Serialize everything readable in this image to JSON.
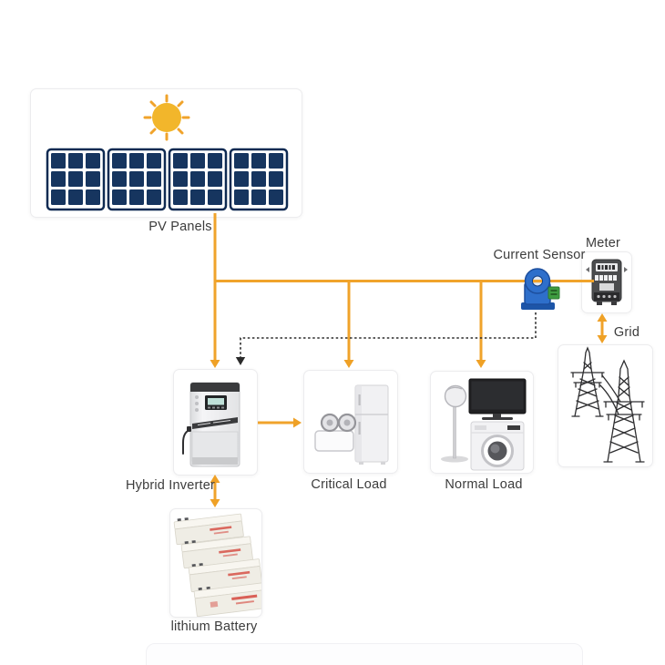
{
  "nodes": {
    "pv": {
      "label": "PV Panels"
    },
    "current_sensor": {
      "label": "Current Sensor"
    },
    "meter": {
      "label": "Meter"
    },
    "grid": {
      "label": "Grid"
    },
    "inverter": {
      "label": "Hybrid Inverter"
    },
    "critical_load": {
      "label": "Critical Load"
    },
    "normal_load": {
      "label": "Normal Load"
    },
    "battery": {
      "label": "lithium Battery"
    }
  },
  "colors": {
    "connector_orange": "#F0A32B",
    "arrowhead_orange": "#EFA126",
    "dashed_black": "#2B2B2B",
    "solar_cell_navy": "#16355F",
    "panel_frame_navy": "#0E2A52",
    "sun_yellow": "#F2B62B",
    "sensor_blue": "#2E6FCB",
    "sensor_terminal_green": "#3E9C40",
    "meter_body_gray": "#4B4C4E",
    "tower_line": "#2E2E30",
    "battery_text_red": "#D65047"
  },
  "icons": {
    "sun-icon": "circle-with-rays",
    "solar-panel-icon": "3x3-navy-cell-grid",
    "current-sensor-icon": "blue-clamp-ct",
    "electric-meter-icon": "kwh-meter",
    "transmission-tower-icon": "lattice-towers",
    "inverter-icon": "wall-mount-hybrid-inverter",
    "emergency-light-icon": "twin-spot-lamp",
    "refrigerator-icon": "two-door-fridge",
    "floor-lamp-icon": "standing-lamp",
    "tv-icon": "flat-screen-tv",
    "washing-machine-icon": "front-load-washer",
    "battery-icon": "stacked-lead-batteries"
  }
}
